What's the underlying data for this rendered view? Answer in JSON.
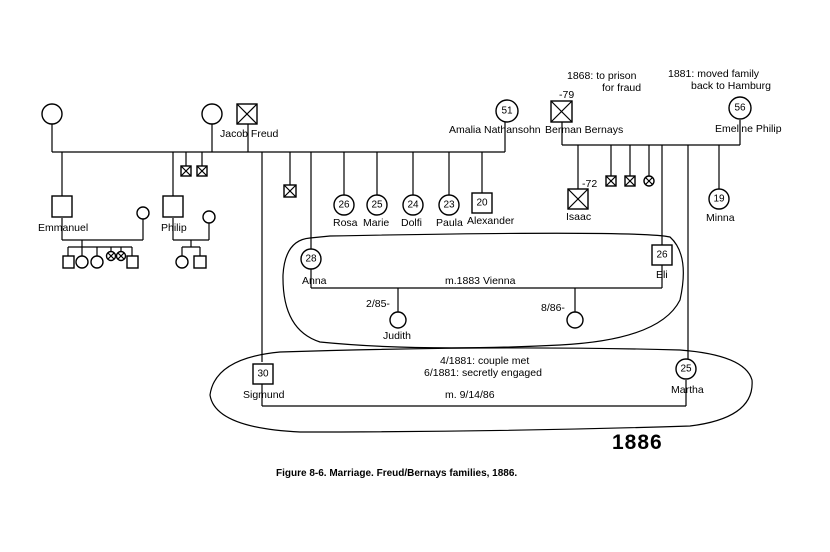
{
  "year_label": "1886",
  "caption": "Figure 8-6. Marriage. Freud/Bernays families, 1886.",
  "notes": {
    "prison_line1": "1868: to prison",
    "prison_line2": "for fraud",
    "moved_line1": "1881: moved family",
    "moved_line2": "back to Hamburg",
    "met": "4/1881: couple met",
    "engaged": "6/1881: secretly engaged",
    "marriage_freud": "m.  9/14/86",
    "marriage_eli": "m.1883 Vienna",
    "judith_birth": "2/85-",
    "second_child_birth": "8/86-",
    "berman_death": "-79",
    "isaac_death": "-72"
  },
  "people": {
    "jacob": "Jacob Freud",
    "amalia": "Amalia Nathansohn",
    "berman": "Berman Bernays",
    "emmeline": "Emeline Philip",
    "emmanuel": "Emmanuel",
    "philip": "Philip",
    "rosa": "Rosa",
    "marie": "Marie",
    "dolfi": "Dolfi",
    "paula": "Paula",
    "alexander": "Alexander",
    "anna": "Anna",
    "eli": "Eli",
    "isaac": "Isaac",
    "minna": "Minna",
    "judith": "Judith",
    "sigmund": "Sigmund",
    "martha": "Martha"
  },
  "ages": {
    "amalia": "51",
    "emmeline": "56",
    "rosa": "26",
    "marie": "25",
    "dolfi": "24",
    "paula": "23",
    "alexander": "20",
    "anna": "28",
    "eli": "26",
    "minna": "19",
    "sigmund": "30",
    "martha": "25"
  }
}
